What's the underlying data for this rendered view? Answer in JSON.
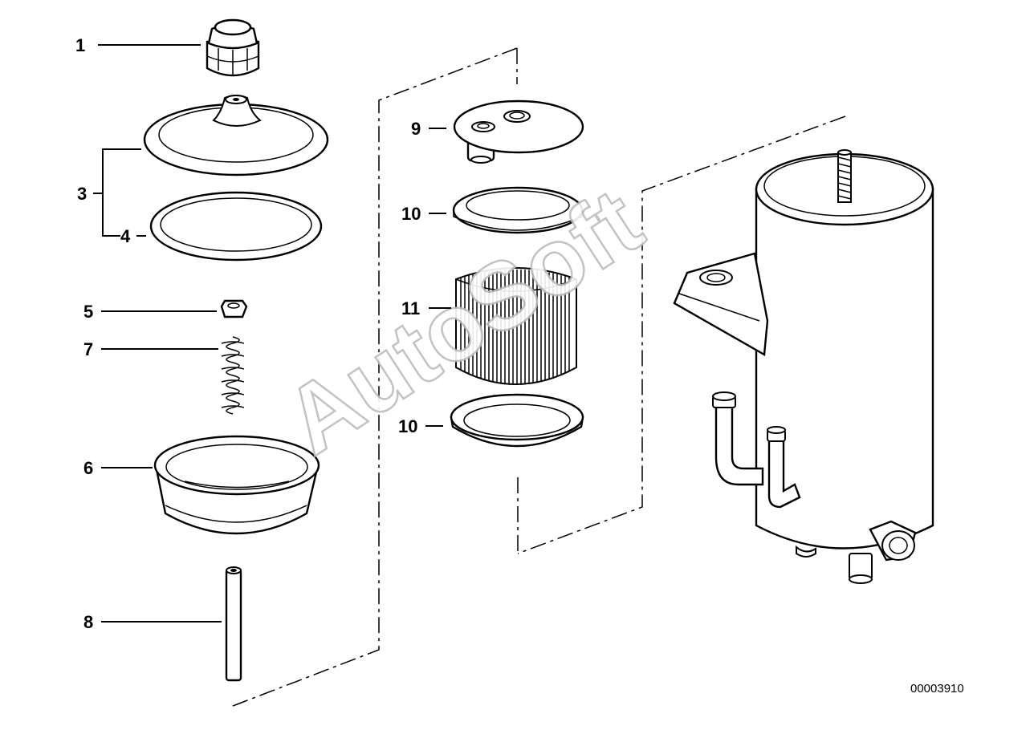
{
  "callouts": {
    "c1": "1",
    "c3": "3",
    "c4": "4",
    "c5": "5",
    "c7": "7",
    "c6": "6",
    "c8": "8",
    "c9": "9",
    "c10a": "10",
    "c11": "11",
    "c10b": "10"
  },
  "watermark": "AutoSoft",
  "drawing_number": "00003910"
}
